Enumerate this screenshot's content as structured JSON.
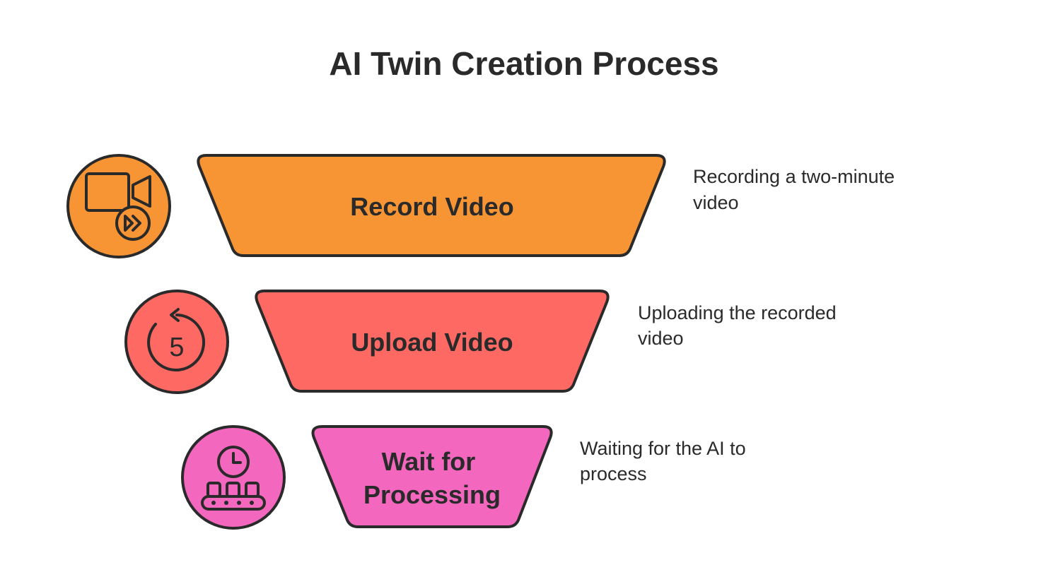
{
  "title": "AI Twin Creation Process",
  "steps": [
    {
      "label_lines": [
        "Record Video"
      ],
      "desc_lines": [
        "Recording a two-minute",
        "video"
      ],
      "icon": "video-camera-forward-icon",
      "color": "#F79535"
    },
    {
      "label_lines": [
        "Upload Video"
      ],
      "desc_lines": [
        "Uploading the recorded",
        "video"
      ],
      "icon": "countdown-5-icon",
      "color": "#FF6964"
    },
    {
      "label_lines": [
        "Wait for",
        "Processing"
      ],
      "desc_lines": [
        "Waiting for the AI to",
        "process"
      ],
      "icon": "clock-conveyor-icon",
      "color": "#F467BF"
    }
  ]
}
